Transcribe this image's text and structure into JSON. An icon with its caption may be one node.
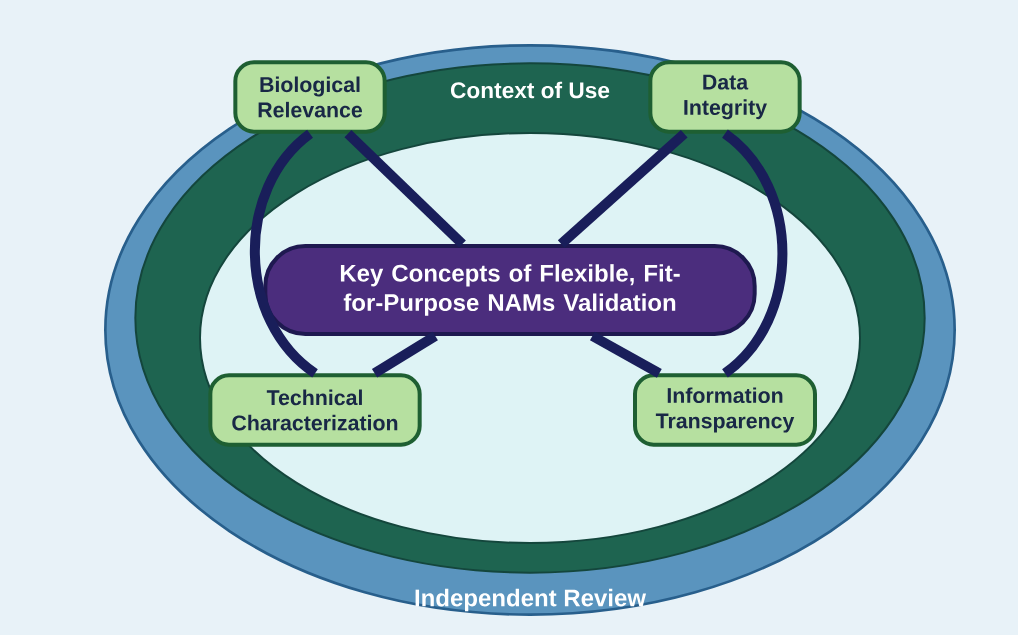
{
  "diagram": {
    "nodes": [
      {
        "text": [
          "Independent Review"
        ]
      },
      {
        "text": [
          "Context of Use"
        ],
        "in": 0
      },
      {
        "text": [
          "Biological Relevance"
        ],
        "in": 1
      },
      {
        "text": [
          "Data Integrity"
        ],
        "in": 1
      },
      {
        "text": [
          "Key Concepts of Flexible, Fit-for-Purpose NAMs Validation"
        ],
        "in": 1
      },
      {
        "text": [
          "Technical Characterization"
        ],
        "in": 1
      },
      {
        "text": [
          "Information Transparency"
        ],
        "in": 1
      }
    ],
    "edges": [
      {
        "from": 4,
        "to": 2,
        "arrow": "none"
      },
      {
        "from": 4,
        "to": 3,
        "arrow": "none"
      },
      {
        "from": 4,
        "to": 5,
        "arrow": "none"
      },
      {
        "from": 4,
        "to": 6,
        "arrow": "none"
      },
      {
        "from": 2,
        "to": 5,
        "arrow": "none"
      },
      {
        "from": 3,
        "to": 6,
        "arrow": "none"
      }
    ]
  }
}
